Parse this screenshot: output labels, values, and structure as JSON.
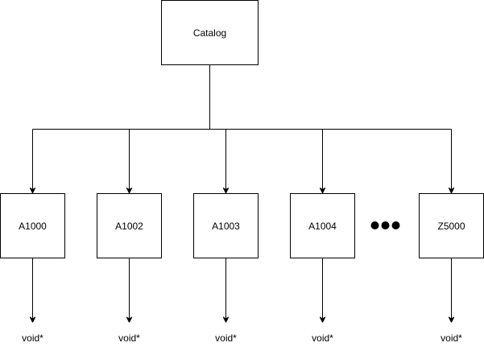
{
  "diagram": {
    "root": {
      "label": "Catalog"
    },
    "children": [
      {
        "label": "A1000",
        "pointer": "void*"
      },
      {
        "label": "A1002",
        "pointer": "void*"
      },
      {
        "label": "A1003",
        "pointer": "void*"
      },
      {
        "label": "A1004",
        "pointer": "void*"
      },
      {
        "label": "Z5000",
        "pointer": "void*"
      }
    ],
    "ellipsis_between": [
      3,
      4
    ],
    "colors": {
      "stroke": "#000000",
      "fill": "#ffffff",
      "text": "#000000"
    }
  }
}
